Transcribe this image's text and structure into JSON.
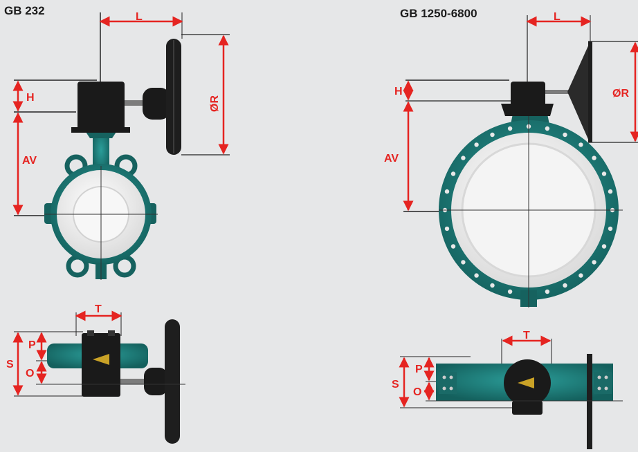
{
  "left_valve": {
    "title": "GB 232",
    "dims": {
      "L": "L",
      "R": "ØR",
      "H": "H",
      "AV": "AV",
      "T": "T",
      "P": "P",
      "O": "O",
      "S": "S"
    }
  },
  "right_valve": {
    "title": "GB 1250-6800",
    "dims": {
      "L": "L",
      "R": "ØR",
      "H": "H",
      "AV": "AV",
      "T": "T",
      "P": "P",
      "O": "O",
      "S": "S"
    }
  },
  "colors": {
    "background": "#e6e7e8",
    "dimension": "#e52421",
    "body": "#1f7f7c",
    "liner": "#f3f3f3",
    "actuator": "#1a1a1a"
  }
}
